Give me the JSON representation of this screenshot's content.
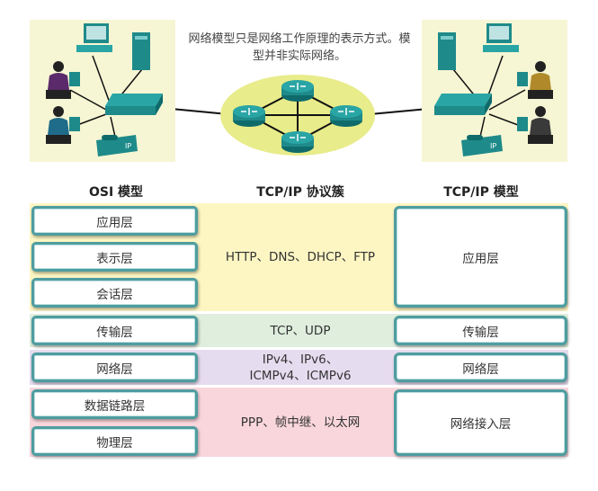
{
  "network": {
    "caption": "网络模型只是网络工作原理的表示方式。模型并非实际网络。",
    "phone_label": "IP"
  },
  "columns": {
    "osi": "OSI 模型",
    "suite": "TCP/IP 协议簇",
    "model": "TCP/IP 模型"
  },
  "osi_layers": [
    "应用层",
    "表示层",
    "会话层",
    "传输层",
    "网络层",
    "数据链路层",
    "物理层"
  ],
  "protocols": {
    "application": "HTTP、DNS、DHCP、FTP",
    "transport": "TCP、UDP",
    "network_line1": "IPv4、IPv6、",
    "network_line2": "ICMPv4、ICMPv6",
    "link": "PPP、帧中继、以太网"
  },
  "tcpip_layers": {
    "application": "应用层",
    "transport": "传输层",
    "network": "网络层",
    "access": "网络接入层"
  },
  "colors": {
    "application_band": "#fdf6c3",
    "transport_band": "#dfeedd",
    "network_band": "#e6dcef",
    "link_band": "#f8d6dc",
    "box_border": "#4e9da0",
    "network_panel": "#f6f6d4",
    "cloud": "#e8ec8a",
    "device": "#1f8a8a"
  },
  "icons": [
    "router-icon",
    "switch-icon",
    "pc-icon",
    "server-icon",
    "ip-phone-icon",
    "user-icon"
  ]
}
